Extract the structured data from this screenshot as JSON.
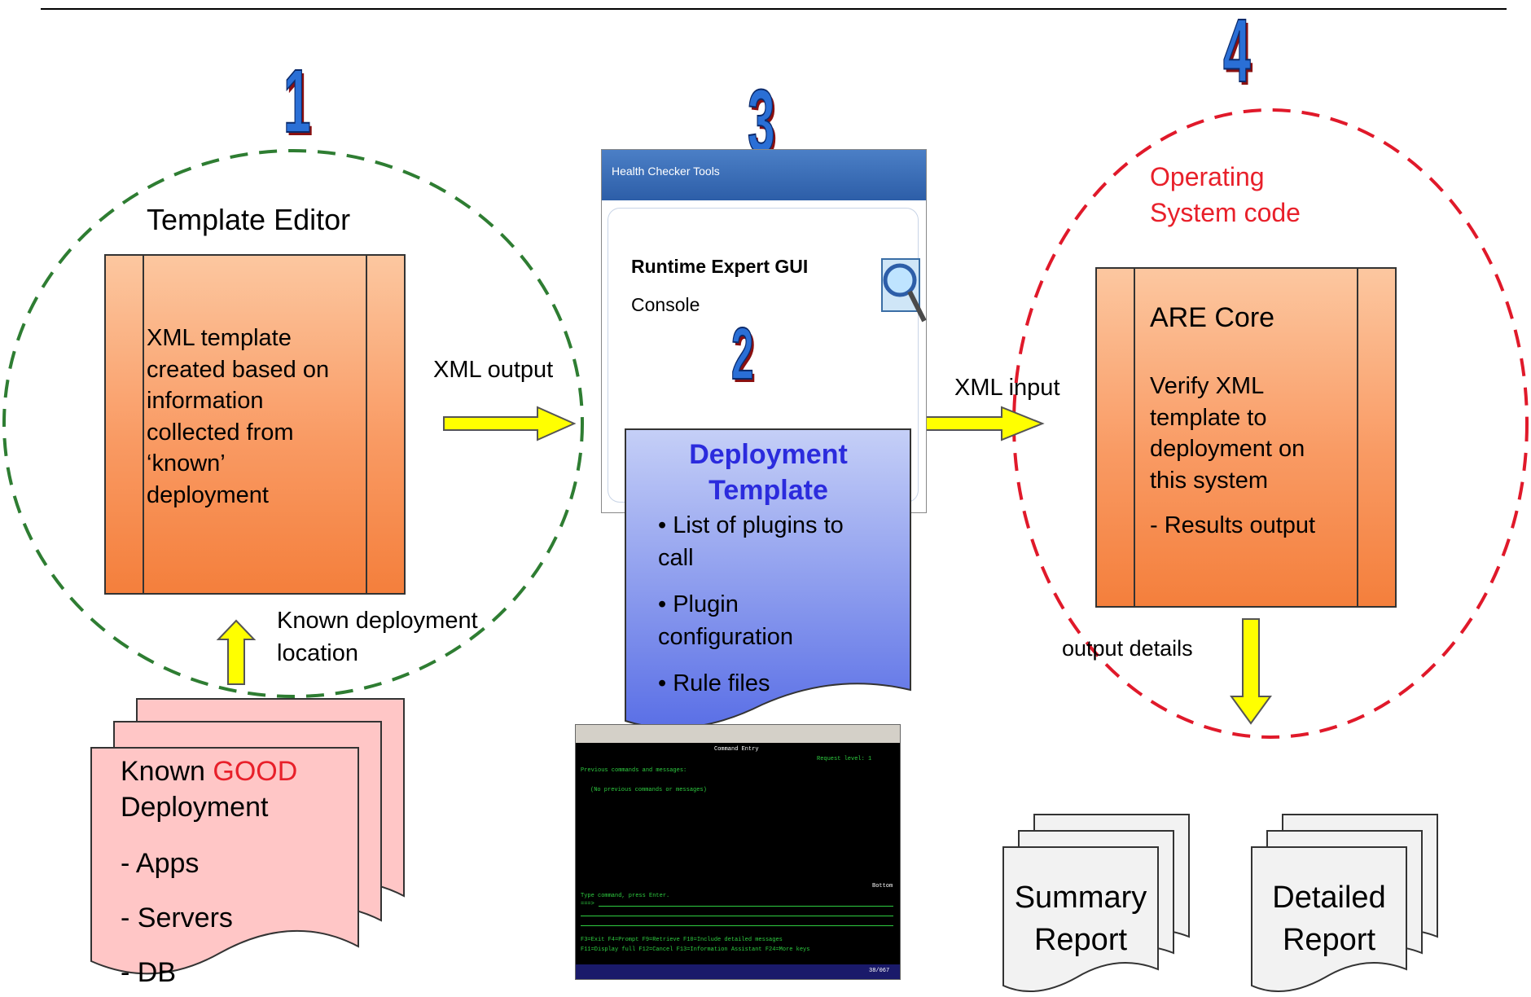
{
  "steps": {
    "one": "1",
    "two": "2",
    "three": "3",
    "four": "4"
  },
  "template_editor": {
    "title": "Template Editor",
    "box_lines": [
      "XML template",
      "created based on",
      "information",
      "collected from",
      "‘known’",
      "deployment"
    ]
  },
  "arrows": {
    "xml_output": "XML output",
    "xml_input": "XML input",
    "known_location_line1": "Known deployment",
    "known_location_line2": "location",
    "output_details": "output details"
  },
  "known_good": {
    "line1_a": "Known ",
    "line1_b": "GOOD",
    "line2": "Deployment",
    "items": [
      "- Apps",
      "- Servers",
      "- DB"
    ]
  },
  "gui_window": {
    "title": "Health Checker Tools",
    "heading": "Runtime Expert GUI",
    "subheading": "Console"
  },
  "deployment_template": {
    "title_line1": "Deployment",
    "title_line2": "Template",
    "bullets": [
      "• List of plugins to",
      "call",
      "• Plugin",
      "configuration",
      "• Rule files"
    ]
  },
  "console": {
    "header": "Command Entry",
    "request_level": "Request level:   1",
    "prev_label": "Previous commands and messages:",
    "no_prev": "(No previous commands or messages)",
    "bottom": "Bottom",
    "type_cmd": "Type command, press Enter.",
    "prompt": "===>",
    "fkeys1": "F3=Exit   F4=Prompt   F9=Retrieve   F10=Include detailed messages",
    "fkeys2": "F11=Display full   F12=Cancel   F13=Information Assistant   F24=More keys",
    "page_indicator": "38/067"
  },
  "os_code": {
    "line1": "Operating",
    "line2": "System code",
    "box_title": "ARE Core",
    "box_lines": [
      "Verify XML",
      "template to",
      "deployment on",
      "this system"
    ],
    "results": "- Results output"
  },
  "reports": {
    "summary": [
      "Summary",
      "Report"
    ],
    "detailed": [
      "Detailed",
      "Report"
    ]
  },
  "colors": {
    "red_text": "#e8202a",
    "blue_title": "#2b2bdd",
    "green_circle": "#2e7d32",
    "red_circle": "#e0192a",
    "arrow_yellow": "#ffff00"
  }
}
